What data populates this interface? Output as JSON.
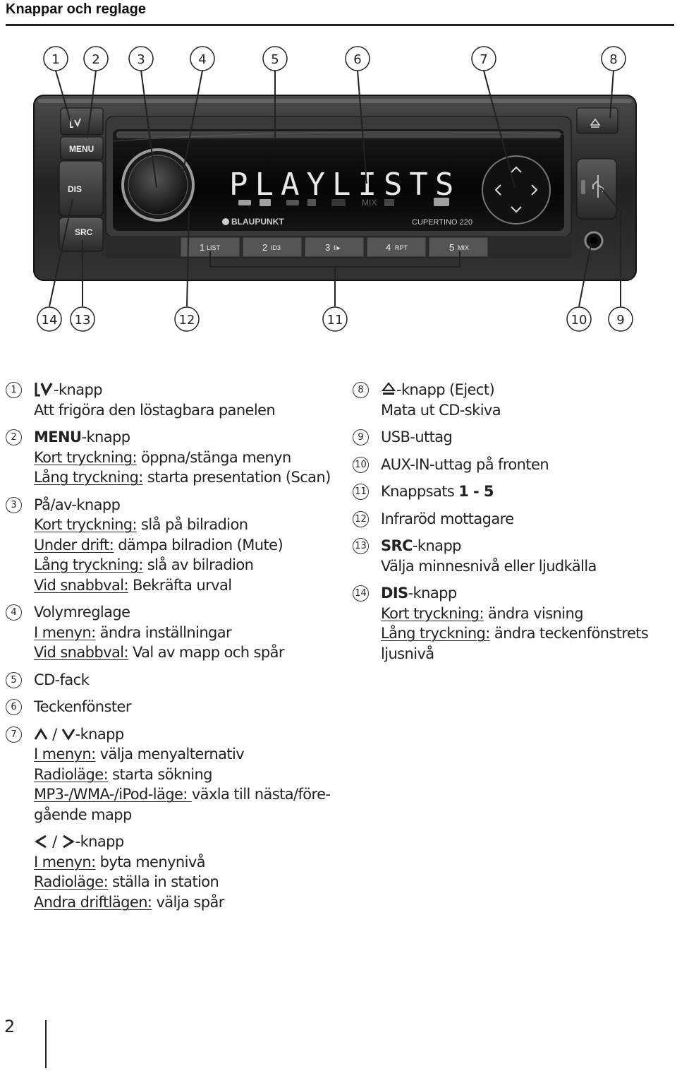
{
  "page_title": "Knappar och reglage",
  "page_number": "2",
  "diagram": {
    "top_callouts": [
      "1",
      "2",
      "3",
      "4",
      "5",
      "6",
      "7",
      "8"
    ],
    "bottom_callouts": [
      "14",
      "13",
      "12",
      "11",
      "10",
      "9"
    ],
    "device_labels": {
      "menu": "MENU",
      "dis": "DIS",
      "src": "SRC",
      "display": "PLAYLISTS",
      "brand": "BLAUPUNKT",
      "model": "CUPERTINO 220",
      "mix": "MIX",
      "list_small": "LIST",
      "preset_1_num": "1",
      "preset_1_label": "LIST",
      "preset_2_num": "2",
      "preset_2_label": "ID3",
      "preset_3_num": "3",
      "preset_3_label": "II▸",
      "preset_4_num": "4",
      "preset_4_label": "RPT",
      "preset_5_num": "5",
      "preset_5_label": "MIX"
    }
  },
  "left_column": [
    {
      "num": "1",
      "title_suffix": "-knapp",
      "desc": "Att frigöra den löstagbara panelen"
    },
    {
      "num": "2",
      "title_bold": "MENU",
      "title_suffix": "-knapp",
      "l1_label": "Kort tryckning:",
      "l1_text": " öppna/stänga menyn",
      "l2_label": "Lång tryckning:",
      "l2_text": " starta presentation (Scan)"
    },
    {
      "num": "3",
      "title": "På/av-knapp",
      "l1_label": "Kort tryckning:",
      "l1_text": " slå på bilradion",
      "l2_label": "Under drift:",
      "l2_text": " dämpa bilradion (Mute)",
      "l3_label": "Lång tryckning:",
      "l3_text": " slå av bilradion",
      "l4_label": "Vid snabbval:",
      "l4_text": " Bekräfta urval"
    },
    {
      "num": "4",
      "title": "Volymreglage",
      "l1_label": "I menyn:",
      "l1_text": " ändra inställningar",
      "l2_label": "Vid snabbval:",
      "l2_text": " Val av mapp och spår"
    },
    {
      "num": "5",
      "title": "CD-fack"
    },
    {
      "num": "6",
      "title": "Teckenfönster"
    },
    {
      "num": "7",
      "title_sep": " / ",
      "title_suffix": "-knapp",
      "l1_label": "I menyn:",
      "l1_text": " välja menyalternativ",
      "l2_label": "Radioläge:",
      "l2_text": " starta sökning",
      "l3_label": "MP3-/WMA-/iPod-läge: ",
      "l3_text": "växla till nästa/före-",
      "l4_text": "gående mapp"
    },
    {
      "title_sep": " / ",
      "title_suffix": "-knapp",
      "l1_label": "I menyn:",
      "l1_text": " byta menynivå",
      "l2_label": "Radioläge:",
      "l2_text": " ställa in station",
      "l3_label": "Andra driftlägen:",
      "l3_text": " välja spår"
    }
  ],
  "right_column": [
    {
      "num": "8",
      "title_suffix": "-knapp (Eject)",
      "desc": "Mata ut CD-skiva"
    },
    {
      "num": "9",
      "title": "USB-uttag"
    },
    {
      "num": "10",
      "title": "AUX-IN-uttag på fronten"
    },
    {
      "num": "11",
      "title": "Knappsats ",
      "title_bold": "1 - 5"
    },
    {
      "num": "12",
      "title": "Infraröd mottagare"
    },
    {
      "num": "13",
      "title_bold": "SRC",
      "title_suffix": "-knapp",
      "desc": "Välja minnesnivå eller ljudkälla"
    },
    {
      "num": "14",
      "title_bold": "DIS",
      "title_suffix": "-knapp",
      "l1_label": "Kort tryckning:",
      "l1_text": " ändra visning",
      "l2_label": "Lång tryckning:",
      "l2_text": " ändra teckenfönstrets",
      "l3_text": "ljusnivå"
    }
  ]
}
